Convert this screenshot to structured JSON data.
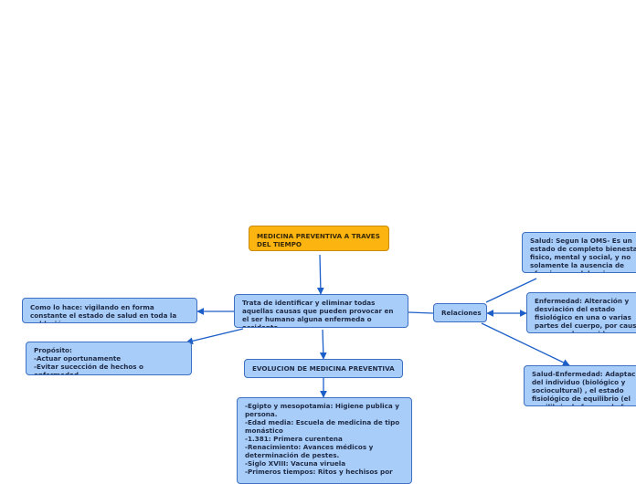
{
  "nodes": {
    "root": "MEDICINA PREVENTIVA A TRAVES DEL TIEMPO",
    "central": "Trata de identificar y eliminar todas aquellas causas que pueden provocar en el ser humano alguna enfermeda o accidente",
    "como": "Como lo hace: vigilando en forma constante el estado de salud en toda la población",
    "proposito": "Propósito:\n-Actuar oportunamente\n-Evitar sucección de hechos o enfermedad",
    "evolucion": "EVOLUCION DE MEDICINA PREVENTIVA",
    "historia": "-Egipto y mesopotamia: Higiene publica y persona.\n-Edad media: Escuela de medicina de tipo monástico\n-1.381: Primera curentena\n-Renacimiento: Avances médicos y determinación de pestes.\n-Siglo XVIII: Vacuna viruela\n-Primeros tiempos: Ritos y hechisos por",
    "relaciones": "Relaciones",
    "salud": "Salud: Segun la OMS- Es un estado de completo bienestar fisico, mental y social, y no solamente la ausencia de afecciones o dolencia.",
    "enfermedad": "Enfermedad: Alteración y desviación del estado fisiológico en una o varias partes del cuerpo, por causas en general conocidas, manifestadas por síntomas y signos",
    "salud_enfermedad": "Salud-Enfermedad: Adaptación del individuo (biológico y sociocultural) , el estado fisiológico de equilibrio (el equilibrio de forma y la función del organismo)"
  },
  "colors": {
    "node_fill": "#a9cdf9",
    "node_border": "#3d6fc2",
    "root_fill": "#fcb411",
    "edge": "#1d5fc8"
  }
}
